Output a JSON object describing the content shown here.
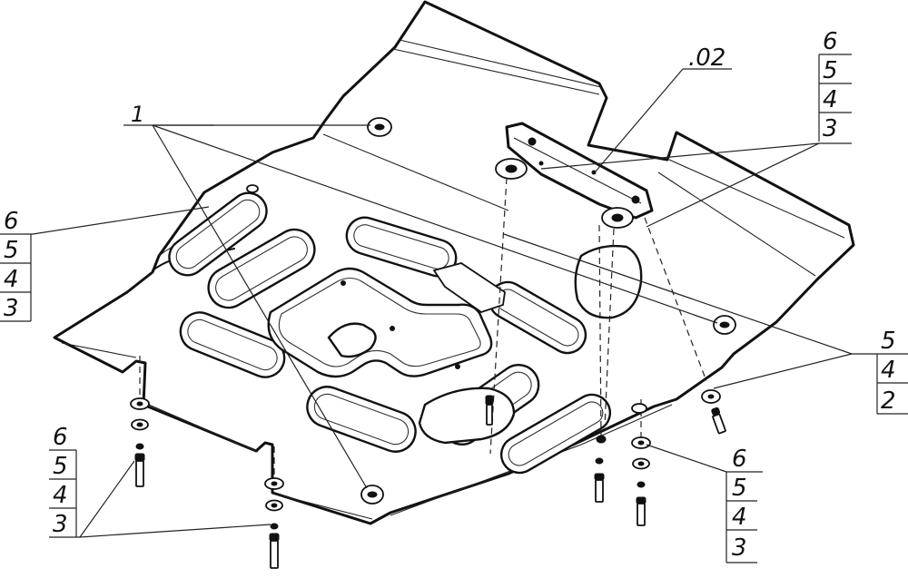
{
  "drawing": {
    "callouts": {
      "part_1": "1",
      "part_02": ".02",
      "stack_top_right": [
        "6",
        "5",
        "4",
        "3"
      ],
      "stack_left": [
        "6",
        "5",
        "4",
        "3"
      ],
      "stack_bottom_left": [
        "6",
        "5",
        "4",
        "3"
      ],
      "stack_bottom_right": [
        "6",
        "5",
        "4",
        "3"
      ],
      "stack_right": [
        "5",
        "4",
        "2"
      ]
    }
  }
}
